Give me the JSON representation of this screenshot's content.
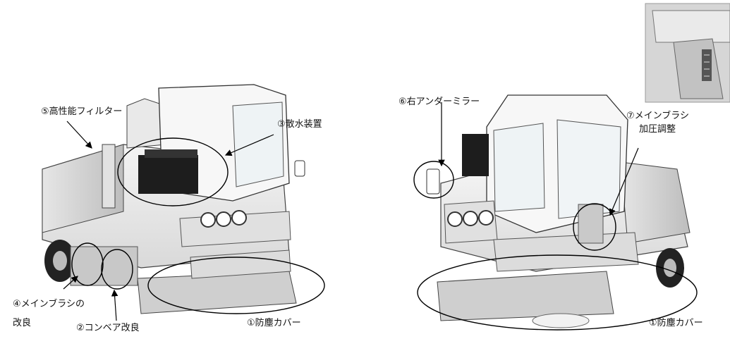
{
  "figure": {
    "left_machine_labels": {
      "filter": "⑤高性能フィルター",
      "sprinkler": "③散水装置",
      "main_brush_1": "④メインブラシの",
      "main_brush_2": "改良",
      "conveyor": "②コンベア改良",
      "dust_cover": "①防塵カバー"
    },
    "right_machine_labels": {
      "mirror": "⑥右アンダーミラー",
      "pressure_1": "⑦メインブラシ",
      "pressure_2": "加圧調整",
      "dust_cover": "①防塵カバー"
    }
  }
}
